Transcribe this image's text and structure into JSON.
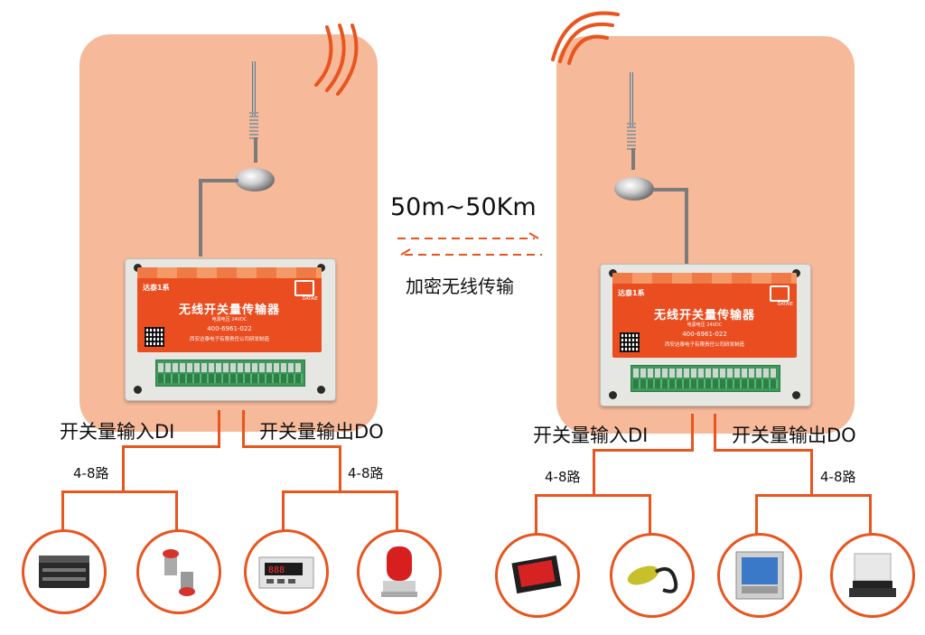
{
  "title": "50m~50Km",
  "subtitle": "加密无线传输",
  "device": {
    "series": "达泰1系",
    "brand": "DATAIE",
    "title": "无线开关量传输器",
    "power": "电源电压 24VDC",
    "phone": "400-6961-022",
    "company": "西安达泰电子有限责任公司研发制造"
  },
  "left": {
    "input_label": "开关量输入DI",
    "output_label": "开关量输出DO",
    "input_count": "4-8路",
    "output_count": "4-8路",
    "inputs": [
      "plc-controller-icon",
      "push-button-icon"
    ],
    "outputs": [
      "digital-panel-meter-icon",
      "warning-beacon-light-icon"
    ]
  },
  "right": {
    "input_label": "开关量输入DI",
    "output_label": "开关量输出DO",
    "input_count": "4-8路",
    "output_count": "4-8路",
    "inputs": [
      "rocker-switch-icon",
      "float-level-switch-icon"
    ],
    "outputs": [
      "paperless-recorder-icon",
      "relay-icon"
    ]
  },
  "colors": {
    "panel": "#f6b99a",
    "accent": "#e8551e",
    "device_label": "#ea4d1f",
    "terminal": "#3d9a5b"
  }
}
